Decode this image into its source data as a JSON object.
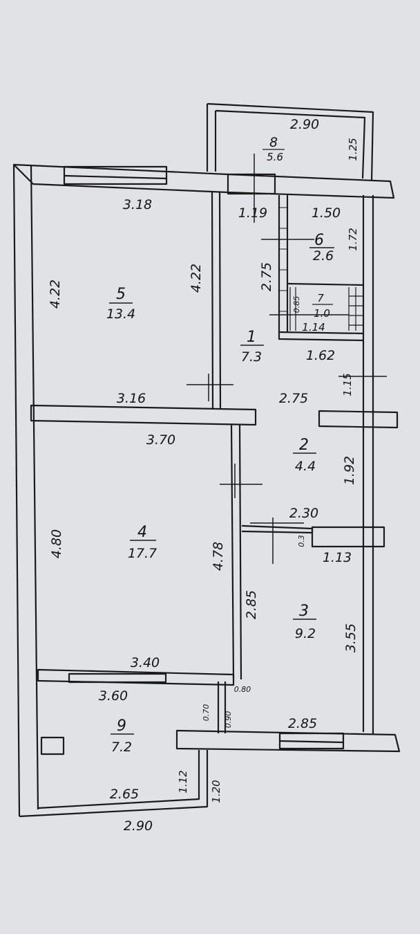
{
  "plan": {
    "rooms": [
      {
        "number": "1",
        "area": "7.3"
      },
      {
        "number": "2",
        "area": "4.4"
      },
      {
        "number": "3",
        "area": "9.2"
      },
      {
        "number": "4",
        "area": "17.7"
      },
      {
        "number": "5",
        "area": "13.4"
      },
      {
        "number": "6",
        "area": "2.6"
      },
      {
        "number": "7",
        "area": "1.0"
      },
      {
        "number": "8",
        "area": "5.6"
      },
      {
        "number": "9",
        "area": "7.2"
      }
    ],
    "dimensions": {
      "balcony_top_width": "2.90",
      "balcony_top_depth": "1.25",
      "r5_width": "3.18",
      "r5_left_height": "4.22",
      "r5_right_height": "4.22",
      "r5_bottom_width": "3.16",
      "r1_top_width": "1.19",
      "r1_height": "2.75",
      "r6_width": "1.50",
      "r6_height": "1.72",
      "r7_height": "0.85",
      "r7_width": "1.14",
      "r1_bottom_width": "1.62",
      "r2_side_small": "1.15",
      "r2_top_width": "2.75",
      "r4_top_width": "3.70",
      "r2_height": "1.92",
      "r2_bottom_width": "2.30",
      "small_gap": "0.3",
      "r3_top_width": "1.13",
      "r4_left_height": "4.80",
      "r4_right_height": "4.78",
      "r3_left_height": "2.85",
      "r3_right_height": "3.55",
      "r4_bottom_width": "3.40",
      "r9_top_width": "3.60",
      "door_a": "0.80",
      "door_b": "0.70",
      "door_c": "0.90",
      "r3_bottom_width": "2.85",
      "r9_inner_width": "2.65",
      "r9_depth_a": "1.12",
      "r9_depth_b": "1.20",
      "r9_outer_width": "2.90"
    }
  }
}
